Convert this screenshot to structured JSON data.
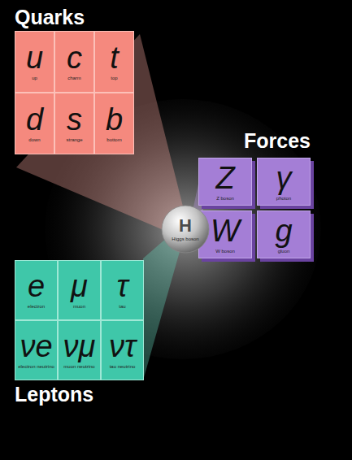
{
  "diagram": {
    "nodes": [
      {
        "text": [
          "Quarks"
        ]
      },
      {
        "text": [
          "u",
          "up"
        ],
        "in": 0
      },
      {
        "text": [
          "c",
          "charm"
        ],
        "in": 0
      },
      {
        "text": [
          "t",
          "top"
        ],
        "in": 0
      },
      {
        "text": [
          "d",
          "down"
        ],
        "in": 0
      },
      {
        "text": [
          "s",
          "strange"
        ],
        "in": 0
      },
      {
        "text": [
          "b",
          "bottom"
        ],
        "in": 0
      },
      {
        "text": [
          "Forces"
        ]
      },
      {
        "text": [
          "Z",
          "Z boson"
        ],
        "in": 7
      },
      {
        "text": [
          "γ",
          "photon"
        ],
        "in": 7
      },
      {
        "text": [
          "W",
          "W boson"
        ],
        "in": 7
      },
      {
        "text": [
          "g",
          "gluon"
        ],
        "in": 7
      },
      {
        "text": [
          "H",
          "Higgs boson"
        ]
      },
      {
        "text": [
          "Leptons"
        ]
      },
      {
        "text": [
          "e",
          "electron"
        ],
        "in": 13
      },
      {
        "text": [
          "μ",
          "muon"
        ],
        "in": 13
      },
      {
        "text": [
          "τ",
          "tau"
        ],
        "in": 13
      },
      {
        "text": [
          "νe",
          "electron neutrino"
        ],
        "in": 13
      },
      {
        "text": [
          "νμ",
          "muon neutrino"
        ],
        "in": 13
      },
      {
        "text": [
          "ντ",
          "tau neutrino"
        ],
        "in": 13
      }
    ]
  }
}
